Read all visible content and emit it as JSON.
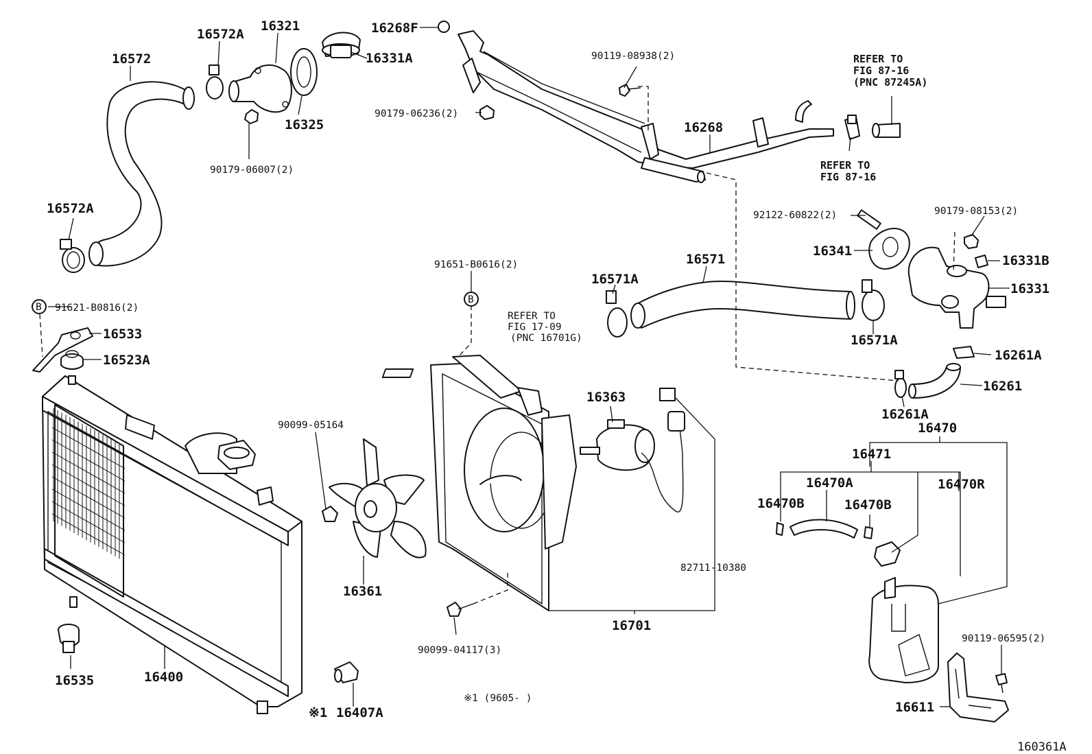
{
  "diagram_id": "160361A",
  "note": "※1 (9605-    )",
  "note_mark": "※1",
  "refer": {
    "fig_87_16_pnc": [
      "REFER TO",
      "FIG 87-16",
      "(PNC 87245A)"
    ],
    "fig_87_16": [
      "REFER TO",
      "FIG 87-16"
    ],
    "fig_17_09": [
      "REFER TO",
      "FIG 17-09",
      "(PNC 16701G)"
    ]
  },
  "callout_b": "B",
  "parts": {
    "p16572": "16572",
    "p16572A_top": "16572A",
    "p16572A_left": "16572A",
    "p16321": "16321",
    "p16325": "16325",
    "p16331A": "16331A",
    "p16268F": "16268F",
    "p16268": "16268",
    "p16571": "16571",
    "p16571A_left": "16571A",
    "p16571A_right": "16571A",
    "p16341": "16341",
    "p16331B": "16331B",
    "p16331": "16331",
    "p16261A_top": "16261A",
    "p16261A_bottom": "16261A",
    "p16261": "16261",
    "p16533": "16533",
    "p16523A": "16523A",
    "p16363": "16363",
    "p16361": "16361",
    "p16701": "16701",
    "p16400": "16400",
    "p16535": "16535",
    "p16407A": "16407A",
    "p16470": "16470",
    "p16471": "16471",
    "p16470A": "16470A",
    "p16470B_left": "16470B",
    "p16470B_right": "16470B",
    "p16470R": "16470R",
    "p16611": "16611"
  },
  "fasteners": {
    "f90179_06007": "90179-06007(2)",
    "f90179_06236": "90179-06236(2)",
    "f90119_08938": "90119-08938(2)",
    "f92122_60822": "92122-60822(2)",
    "f90179_08153": "90179-08153(2)",
    "f91621_B0816": "91621-B0816(2)",
    "f91651_B0616": "91651-B0616(2)",
    "f90099_05164": "90099-05164",
    "f90099_04117": "90099-04117(3)",
    "f82711_10380": "82711-10380",
    "f90119_06595": "90119-06595(2)"
  }
}
